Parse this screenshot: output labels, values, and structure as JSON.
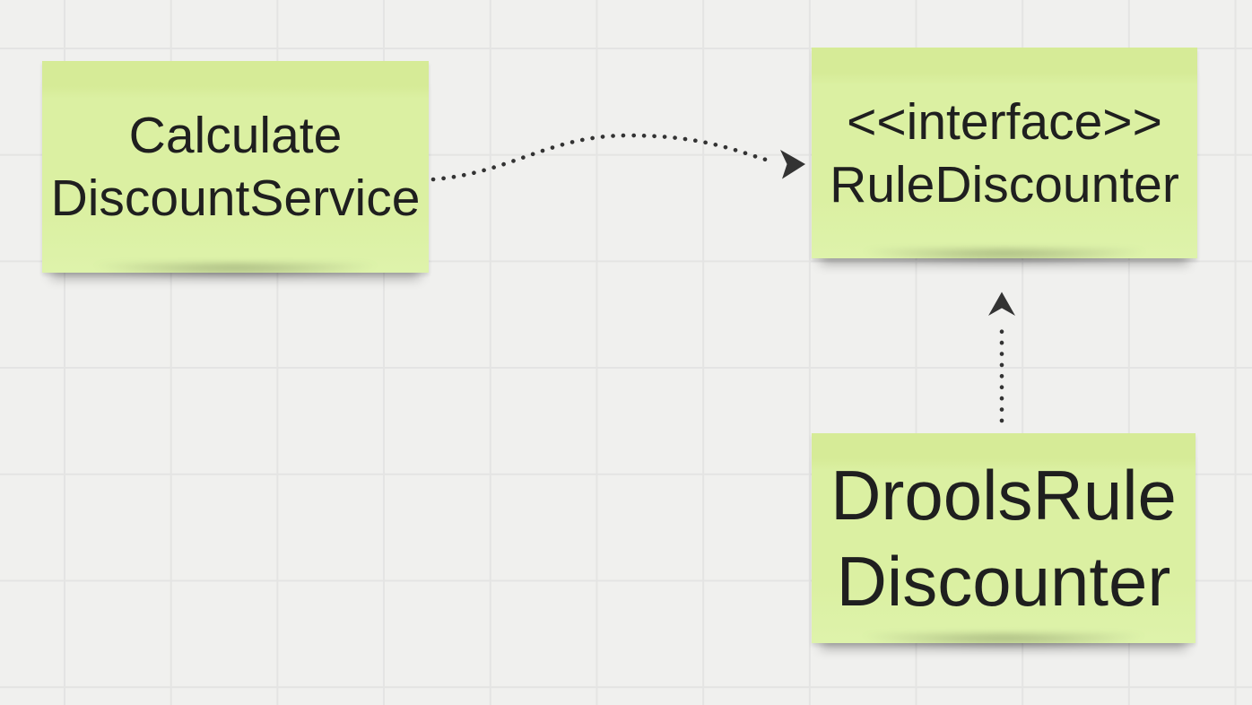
{
  "board": {
    "background_color": "#f0f0ee",
    "grid_color": "#e4e4e3",
    "note_color": "#dbf0a2",
    "note_top_band_color": "#d6eb97",
    "note_bottom_color": "#def3ab",
    "connector_color": "#333333",
    "text_color": "#1f1f1f"
  },
  "notes": [
    {
      "name": "calculate-discount-service",
      "lines": [
        "Calculate",
        "DiscountService"
      ]
    },
    {
      "name": "rule-discounter-interface",
      "lines": [
        "<<interface>>",
        "RuleDiscounter"
      ]
    },
    {
      "name": "drools-rule-discounter",
      "lines": [
        "DroolsRule",
        "Discounter"
      ]
    }
  ],
  "connectors": [
    {
      "name": "dependency-arrow",
      "from": "CalculateDiscountService",
      "to": "RuleDiscounter",
      "line_style": "dotted",
      "head": "filled-triangle"
    },
    {
      "name": "implementation-arrow",
      "from": "DroolsRuleDiscounter",
      "to": "RuleDiscounter",
      "line_style": "dotted",
      "head": "filled-triangle"
    }
  ]
}
